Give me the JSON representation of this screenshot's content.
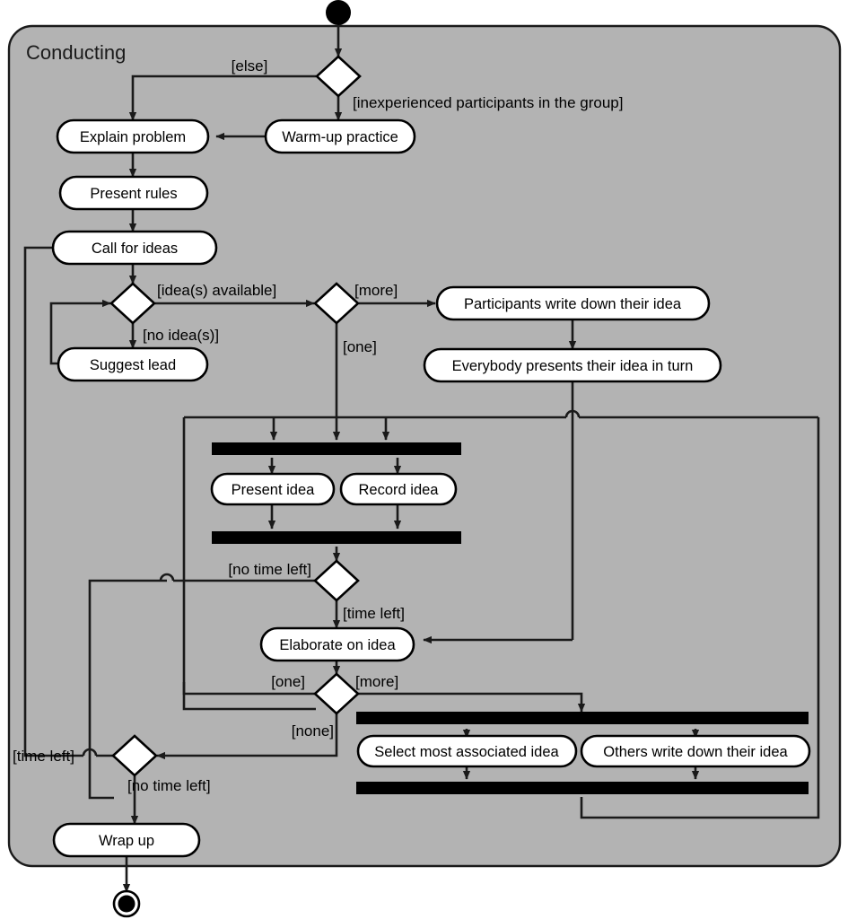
{
  "diagram": {
    "type": "uml-activity-diagram",
    "frame_title": "Conducting",
    "background_color": "#ffffff",
    "frame_color": "#b3b3b3",
    "line_color": "#1a1a1a",
    "node_fill": "#ffffff"
  },
  "nodes": {
    "initial": "initial-node",
    "final": "final-node",
    "activities": [
      {
        "id": "explain_problem",
        "label": "Explain problem"
      },
      {
        "id": "warm_up_practice",
        "label": "Warm-up practice"
      },
      {
        "id": "present_rules",
        "label": "Present rules"
      },
      {
        "id": "call_for_ideas",
        "label": "Call for ideas"
      },
      {
        "id": "suggest_lead",
        "label": "Suggest lead"
      },
      {
        "id": "participants_write",
        "label": "Participants write down their idea"
      },
      {
        "id": "everybody_presents",
        "label": "Everybody presents their idea in turn"
      },
      {
        "id": "present_idea",
        "label": "Present idea"
      },
      {
        "id": "record_idea",
        "label": "Record idea"
      },
      {
        "id": "elaborate_on_idea",
        "label": "Elaborate on idea"
      },
      {
        "id": "select_most_associated",
        "label": "Select most associated idea"
      },
      {
        "id": "others_write",
        "label": "Others write down their idea"
      },
      {
        "id": "wrap_up",
        "label": "Wrap up"
      }
    ],
    "decisions": [
      {
        "id": "d_experience",
        "name": "decision-experience"
      },
      {
        "id": "d_ideas",
        "name": "decision-ideas-available"
      },
      {
        "id": "d_count",
        "name": "decision-idea-count"
      },
      {
        "id": "d_time1",
        "name": "decision-time-left-1"
      },
      {
        "id": "d_more",
        "name": "decision-more-ideas"
      },
      {
        "id": "d_time2",
        "name": "decision-time-left-2"
      }
    ],
    "bars": [
      {
        "id": "fork1",
        "name": "fork-bar-present-record"
      },
      {
        "id": "join1",
        "name": "join-bar-present-record"
      },
      {
        "id": "fork2",
        "name": "fork-bar-select-others"
      },
      {
        "id": "join2",
        "name": "join-bar-select-others"
      }
    ]
  },
  "guards": {
    "else": "[else]",
    "inexperienced": "[inexperienced participants in the group]",
    "ideas_available": "[idea(s) available]",
    "no_ideas": "[no idea(s)]",
    "more": "[more]",
    "one": "[one]",
    "no_time_left_1": "[no time left]",
    "time_left_1": "[time left]",
    "one_2": "[one]",
    "more_2": "[more]",
    "none": "[none]",
    "time_left_2": "[time left]",
    "no_time_left_2": "[no time left]"
  }
}
